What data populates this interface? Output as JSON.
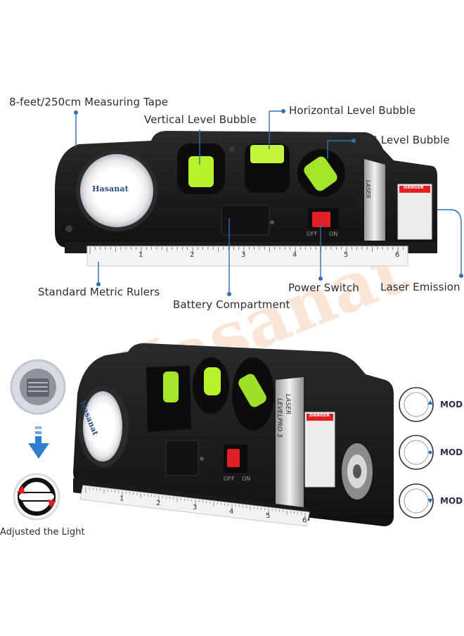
{
  "callouts": {
    "measuring_tape": "8-feet/250cm Measuring Tape",
    "vertical_bubble": "Vertical Level Bubble",
    "horizontal_bubble": "Horizontal Level Bubble",
    "deg45_bubble": "45° Level Bubble",
    "metric_rulers": "Standard Metric Rulers",
    "battery": "Battery Compartment",
    "power_switch": "Power Switch",
    "laser_emission": "Laser Emission",
    "adjusted_light": "Adjusted the Light"
  },
  "device": {
    "brand": "Hasanat",
    "model_line1": "LASER",
    "model_line2": "LEVELPRO 3",
    "switch_off": "OFF",
    "switch_on": "ON",
    "danger": "DANGER",
    "ruler_ticks": [
      "1",
      "2",
      "3",
      "4",
      "5",
      "6"
    ]
  },
  "watermark": "Hasanat",
  "modes": [
    "MOD",
    "MOD",
    "MOD"
  ],
  "colors": {
    "body": "#1d1d1d",
    "bubble": "#b8f22a",
    "switch": "#e11f24",
    "accent_orange": "#e8732a",
    "arrow_blue": "#2f7fd1",
    "callout_blue": "#2f6fb3"
  },
  "icons": [
    "eye-icon",
    "arrow-down-icon",
    "rotate-icon",
    "mode-up-icon",
    "mode-dot-icon",
    "mode-down-icon"
  ]
}
